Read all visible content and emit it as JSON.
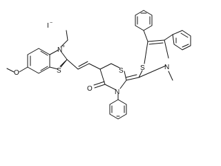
{
  "structure": {
    "counterion": "I",
    "counterion_charge": "−",
    "cation_nitrogen": "N",
    "cation_charge": "+",
    "methoxy_oxygen": "O",
    "benzothiazole_sulfur": "S",
    "thiazolidine_sulfur": "S",
    "thiazolidine_nitrogen": "N",
    "carbonyl_oxygen": "O",
    "thiazoline_sulfur": "S",
    "thiazoline_nitrogen": "N"
  }
}
